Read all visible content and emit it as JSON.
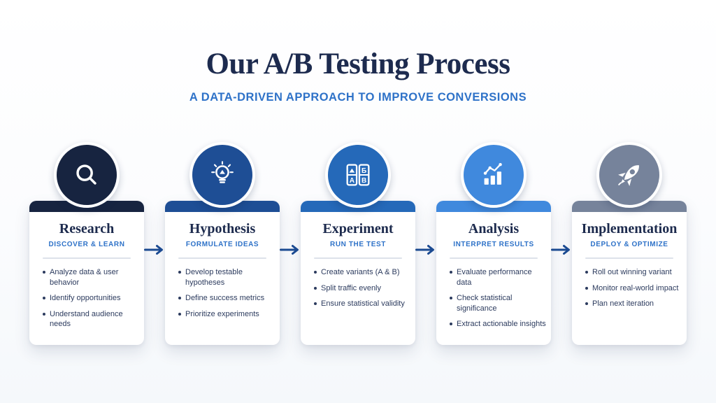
{
  "header": {
    "title": "Our A/B Testing Process",
    "subtitle": "A DATA-DRIVEN APPROACH TO IMPROVE CONVERSIONS"
  },
  "colors": {
    "title_navy": "#1d2b4f",
    "subtitle_blue": "#2e72c8",
    "card_title": "#1c2a4d",
    "tagline_blue": "#2e72c8",
    "bullet_text": "#2c3b5e",
    "divider": "#dde2ea",
    "arrow": "#1c4c94",
    "icon_glyph": "#ffffff",
    "background": "#f7f9fc"
  },
  "icons": {
    "ab_test": {
      "bottom_left_letter": "A",
      "top_right_letter": "Б",
      "bottom_right_letter": "B"
    }
  },
  "steps": [
    {
      "title": "Research",
      "tagline": "DISCOVER & LEARN",
      "icon": "magnifier-icon",
      "accent": "#172440",
      "bullets": [
        "Analyze data & user behavior",
        "Identify opportunities",
        "Understand audience needs"
      ]
    },
    {
      "title": "Hypothesis",
      "tagline": "FORMULATE IDEAS",
      "icon": "lightbulb-icon",
      "accent": "#1e4e95",
      "bullets": [
        "Develop testable hypotheses",
        "Define success metrics",
        "Prioritize experiments"
      ]
    },
    {
      "title": "Experiment",
      "tagline": "RUN THE TEST",
      "icon": "ab-test-icon",
      "accent": "#2569b9",
      "bullets": [
        "Create variants (A & B)",
        "Split traffic evenly",
        "Ensure statistical validity"
      ]
    },
    {
      "title": "Analysis",
      "tagline": "INTERPRET RESULTS",
      "icon": "bar-line-chart-icon",
      "accent": "#4089dd",
      "bullets": [
        "Evaluate performance data",
        "Check statistical significance",
        "Extract actionable insights"
      ]
    },
    {
      "title": "Implementation",
      "tagline": "DEPLOY & OPTIMIZE",
      "icon": "rocket-icon",
      "accent": "#76839b",
      "bullets": [
        "Roll out winning variant",
        "Monitor real-world impact",
        "Plan next iteration"
      ]
    }
  ]
}
